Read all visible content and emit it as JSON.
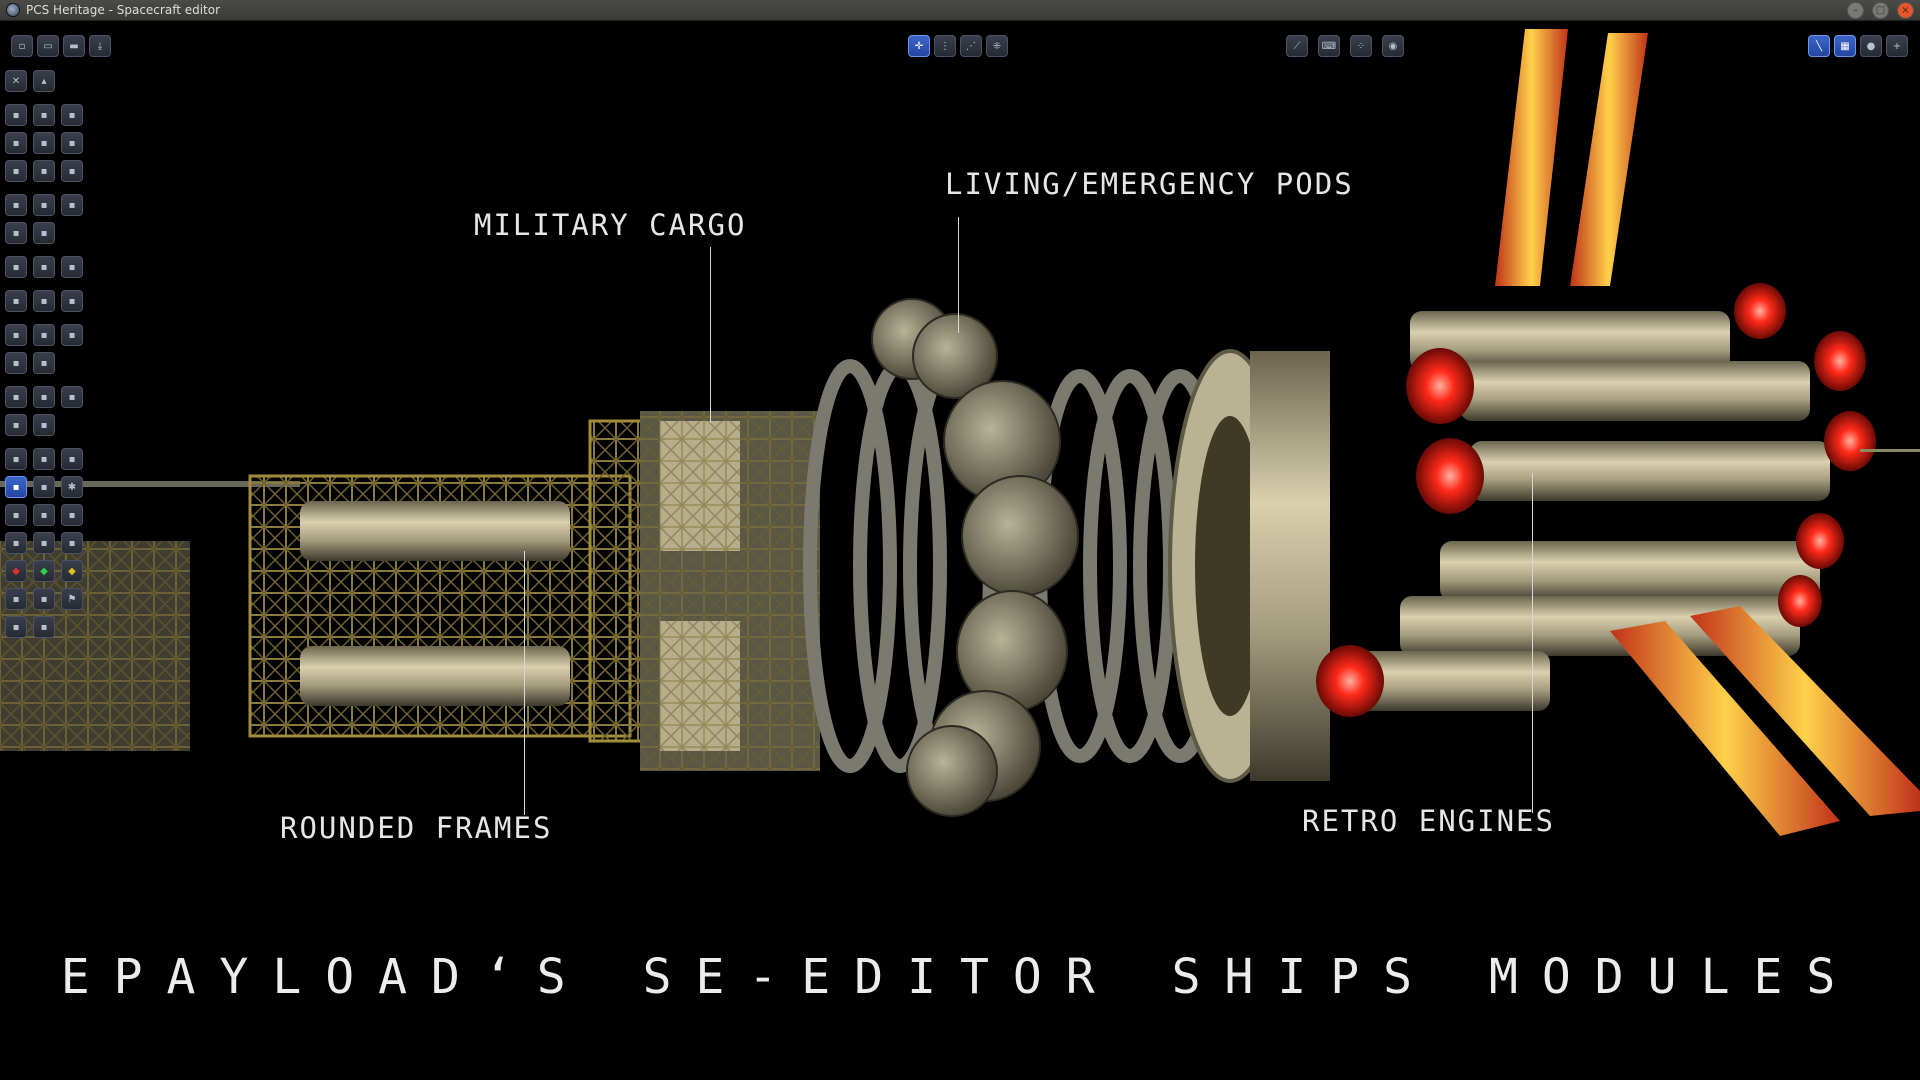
{
  "window": {
    "title": "PCS Heritage - Spacecraft editor",
    "controls": [
      "minimize",
      "maximize",
      "close"
    ]
  },
  "toolbar_left": {
    "buttons": [
      {
        "name": "new-file-button",
        "icon": "new-file-icon"
      },
      {
        "name": "open-file-button",
        "icon": "folder-open-icon"
      },
      {
        "name": "save-file-button",
        "icon": "folder-icon"
      },
      {
        "name": "export-button",
        "icon": "download-icon"
      }
    ]
  },
  "toolbar_view": {
    "buttons": [
      {
        "name": "view-mode-1-button",
        "icon": "axis-single-icon",
        "active": true
      },
      {
        "name": "view-mode-2-button",
        "icon": "axis-dual-icon",
        "active": false
      },
      {
        "name": "view-mode-3-button",
        "icon": "axis-triple-icon",
        "active": false
      },
      {
        "name": "view-mode-4-button",
        "icon": "axis-full-icon",
        "active": false
      }
    ]
  },
  "toolbar_tools": {
    "buttons": [
      {
        "name": "measure-button",
        "icon": "ruler-icon"
      },
      {
        "name": "keyboard-button",
        "icon": "keyboard-icon"
      },
      {
        "name": "snap-button",
        "icon": "snap-grid-icon"
      },
      {
        "name": "center-button",
        "icon": "target-icon"
      }
    ]
  },
  "toolbar_right": {
    "buttons": [
      {
        "name": "wireframe-toggle-button",
        "icon": "line-icon",
        "active": true
      },
      {
        "name": "grid-toggle-button",
        "icon": "grid-icon",
        "active": true
      },
      {
        "name": "crew-toggle-button",
        "icon": "person-icon",
        "active": false
      },
      {
        "name": "add-button",
        "icon": "plus-icon",
        "active": false
      }
    ]
  },
  "sidebar": {
    "rows": [
      {
        "tight": false,
        "icons": [
          "close-part-icon",
          "up-arrow-icon"
        ]
      },
      {
        "tight": true,
        "icons": [
          "truss-panel-icon",
          "truss-x2-icon",
          "truss-x3-icon"
        ]
      },
      {
        "tight": true,
        "icons": [
          "truss-panel-b-icon",
          "truss-b-x2-icon",
          "truss-b-x3-icon"
        ]
      },
      {
        "tight": false,
        "icons": [
          "tank-vertical-icon",
          "tank-vertical-b-icon",
          "tank-horizontal-icon"
        ]
      },
      {
        "tight": true,
        "icons": [
          "curve-left-icon",
          "curve-mid-icon",
          "curve-right-icon"
        ]
      },
      {
        "tight": false,
        "icons": [
          "curve-small-icon",
          "capsule-icon"
        ]
      },
      {
        "tight": false,
        "icons": [
          "cylinder-a-icon",
          "cylinder-b-icon",
          "cylinder-c-icon"
        ]
      },
      {
        "tight": false,
        "icons": [
          "ring-a-icon",
          "ring-b-icon",
          "ring-c-icon"
        ]
      },
      {
        "tight": true,
        "icons": [
          "engine-a-icon",
          "engine-b-icon",
          "engine-c-icon"
        ]
      },
      {
        "tight": false,
        "icons": [
          "nozzle-a-icon",
          "nozzle-b-icon"
        ]
      },
      {
        "tight": true,
        "icons": [
          "pressure-icon",
          "lens-icon",
          "battery-icon"
        ]
      },
      {
        "tight": false,
        "icons": [
          "dish-icon",
          "pod-icon"
        ]
      },
      {
        "tight": true,
        "icons": [
          "wheel-icon",
          "arm-icon",
          "antenna-icon"
        ]
      },
      {
        "tight": true,
        "icons": [
          "gyro-active-icon",
          "compass-icon",
          "star-icon"
        ],
        "active_index": 0
      },
      {
        "tight": true,
        "icons": [
          "dome-icon",
          "door-icon",
          "sensor-icon"
        ]
      },
      {
        "tight": true,
        "icons": [
          "anchor-icon",
          "pen-icon",
          "bar-icon"
        ]
      },
      {
        "tight": true,
        "icons": [
          "red-light-icon",
          "green-light-icon",
          "yellow-light-icon"
        ]
      },
      {
        "tight": true,
        "icons": [
          "up-icon",
          "minus-icon",
          "flag-icon"
        ]
      },
      {
        "tight": false,
        "icons": [
          "dock-icon",
          "landing-icon"
        ]
      }
    ]
  },
  "callouts": {
    "military_cargo": "MILITARY CARGO",
    "living_pods": "LIVING/EMERGENCY PODS",
    "rounded_frames": "ROUNDED FRAMES",
    "retro_engines": "RETRO ENGINES"
  },
  "headline": "EPAYLOAD‘S SE-EDITOR SHIPS MODULES",
  "colors": {
    "background": "#000000",
    "active_button": "#2f5bd0",
    "hull": "#cfc7a6",
    "engine_glow": "#e8271a",
    "solar_panel": "#e8622a"
  }
}
